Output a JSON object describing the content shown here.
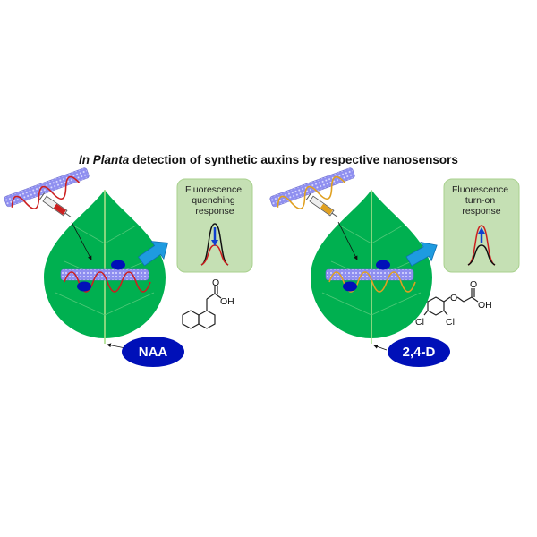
{
  "title": {
    "italic": "In Planta",
    "rest": " detection of synthetic auxins by respective nanosensors"
  },
  "panels": [
    {
      "box_lines": [
        "Fluorescence",
        "quenching",
        "response"
      ],
      "auxin_label": "NAA",
      "wrap_color": "#cc1f1f",
      "chem": {
        "o": "O",
        "oh": "OH"
      }
    },
    {
      "box_lines": [
        "Fluorescence",
        "turn-on",
        "response"
      ],
      "auxin_label": "2,4-D",
      "wrap_color": "#e0a020",
      "chem": {
        "o": "O",
        "o2": "O",
        "oh": "OH",
        "cl1": "Cl",
        "cl2": "Cl"
      }
    }
  ],
  "colors": {
    "leaf": "#00b050",
    "box": "#c5e0b4",
    "auxin": "#0010b8",
    "arrow": "#1e9be0"
  }
}
